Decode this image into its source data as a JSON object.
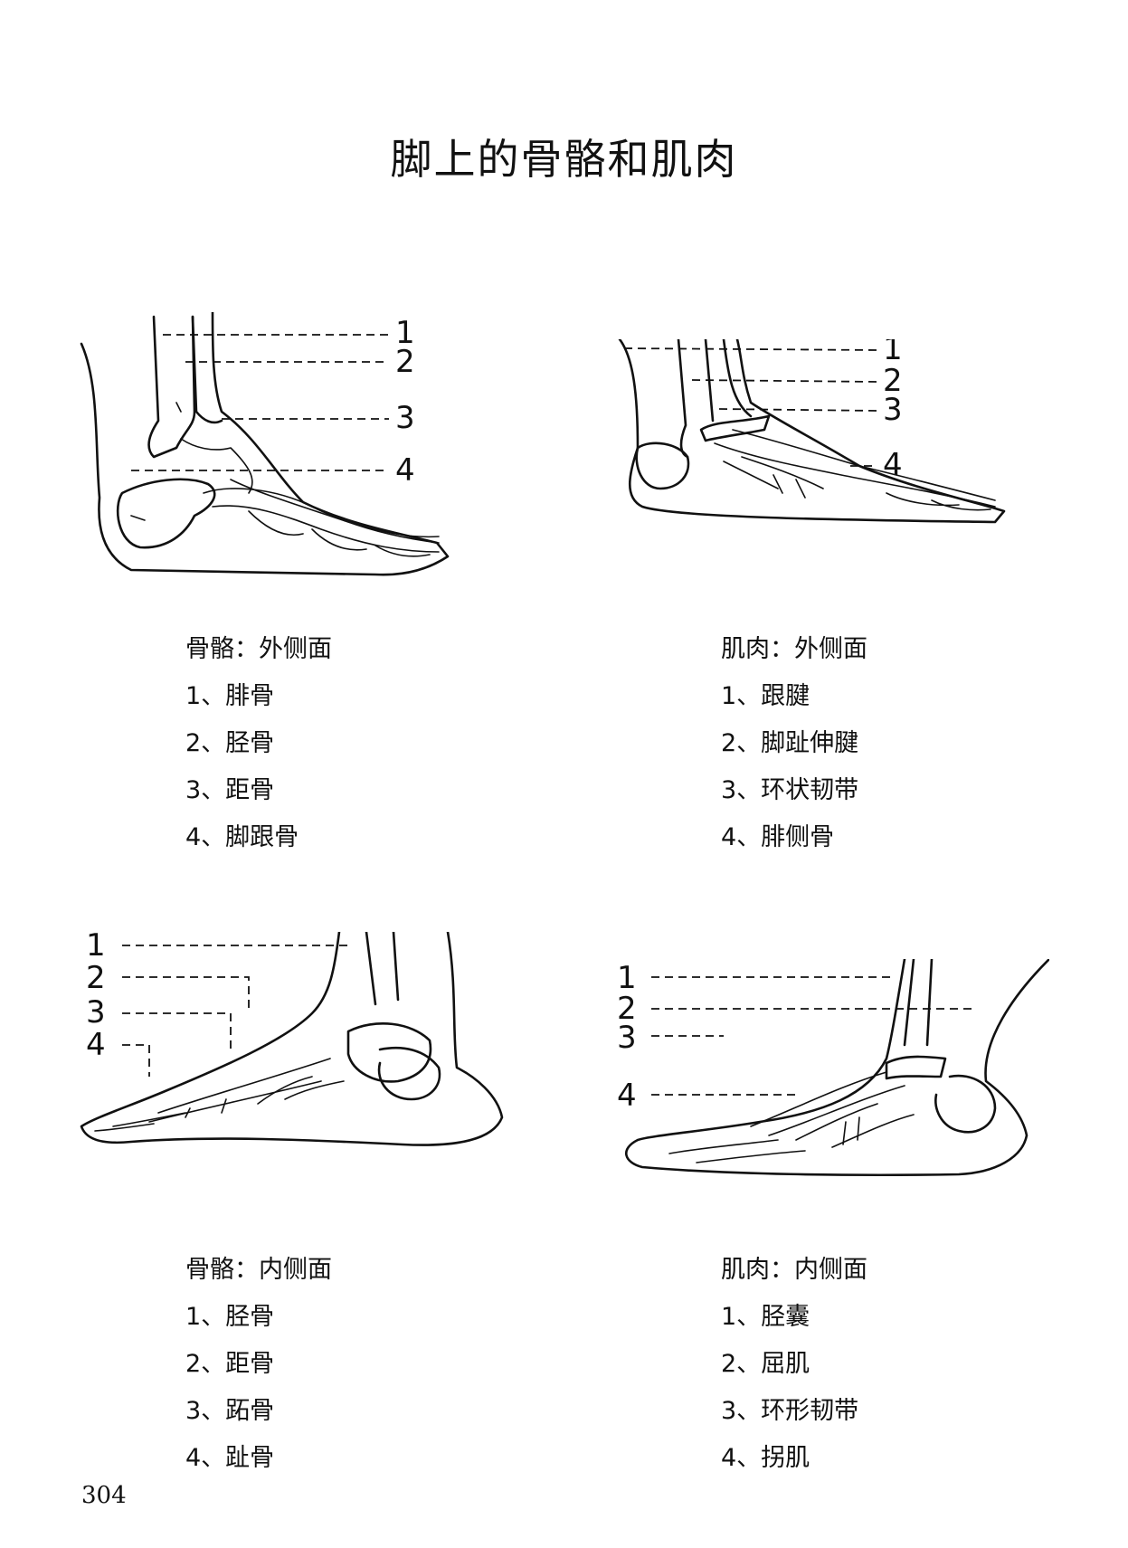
{
  "page": {
    "title": "脚上的骨骼和肌肉",
    "page_number": "304"
  },
  "figures": [
    {
      "caption_title": "骨骼：外侧面",
      "items": [
        "1、腓骨",
        "2、胫骨",
        "3、距骨",
        "4、脚跟骨"
      ],
      "callouts": [
        "1",
        "2",
        "3",
        "4"
      ]
    },
    {
      "caption_title": "肌肉：外侧面",
      "items": [
        "1、跟腱",
        "2、脚趾伸腱",
        "3、环状韧带",
        "4、腓侧骨"
      ],
      "callouts": [
        "1",
        "2",
        "3",
        "4"
      ]
    },
    {
      "caption_title": "骨骼：内侧面",
      "items": [
        "1、胫骨",
        "2、距骨",
        "3、跖骨",
        "4、趾骨"
      ],
      "callouts": [
        "1",
        "2",
        "3",
        "4"
      ]
    },
    {
      "caption_title": "肌肉：内侧面",
      "items": [
        "1、胫囊",
        "2、屈肌",
        "3、环形韧带",
        "4、拐肌"
      ],
      "callouts": [
        "1",
        "2",
        "3",
        "4"
      ]
    }
  ]
}
